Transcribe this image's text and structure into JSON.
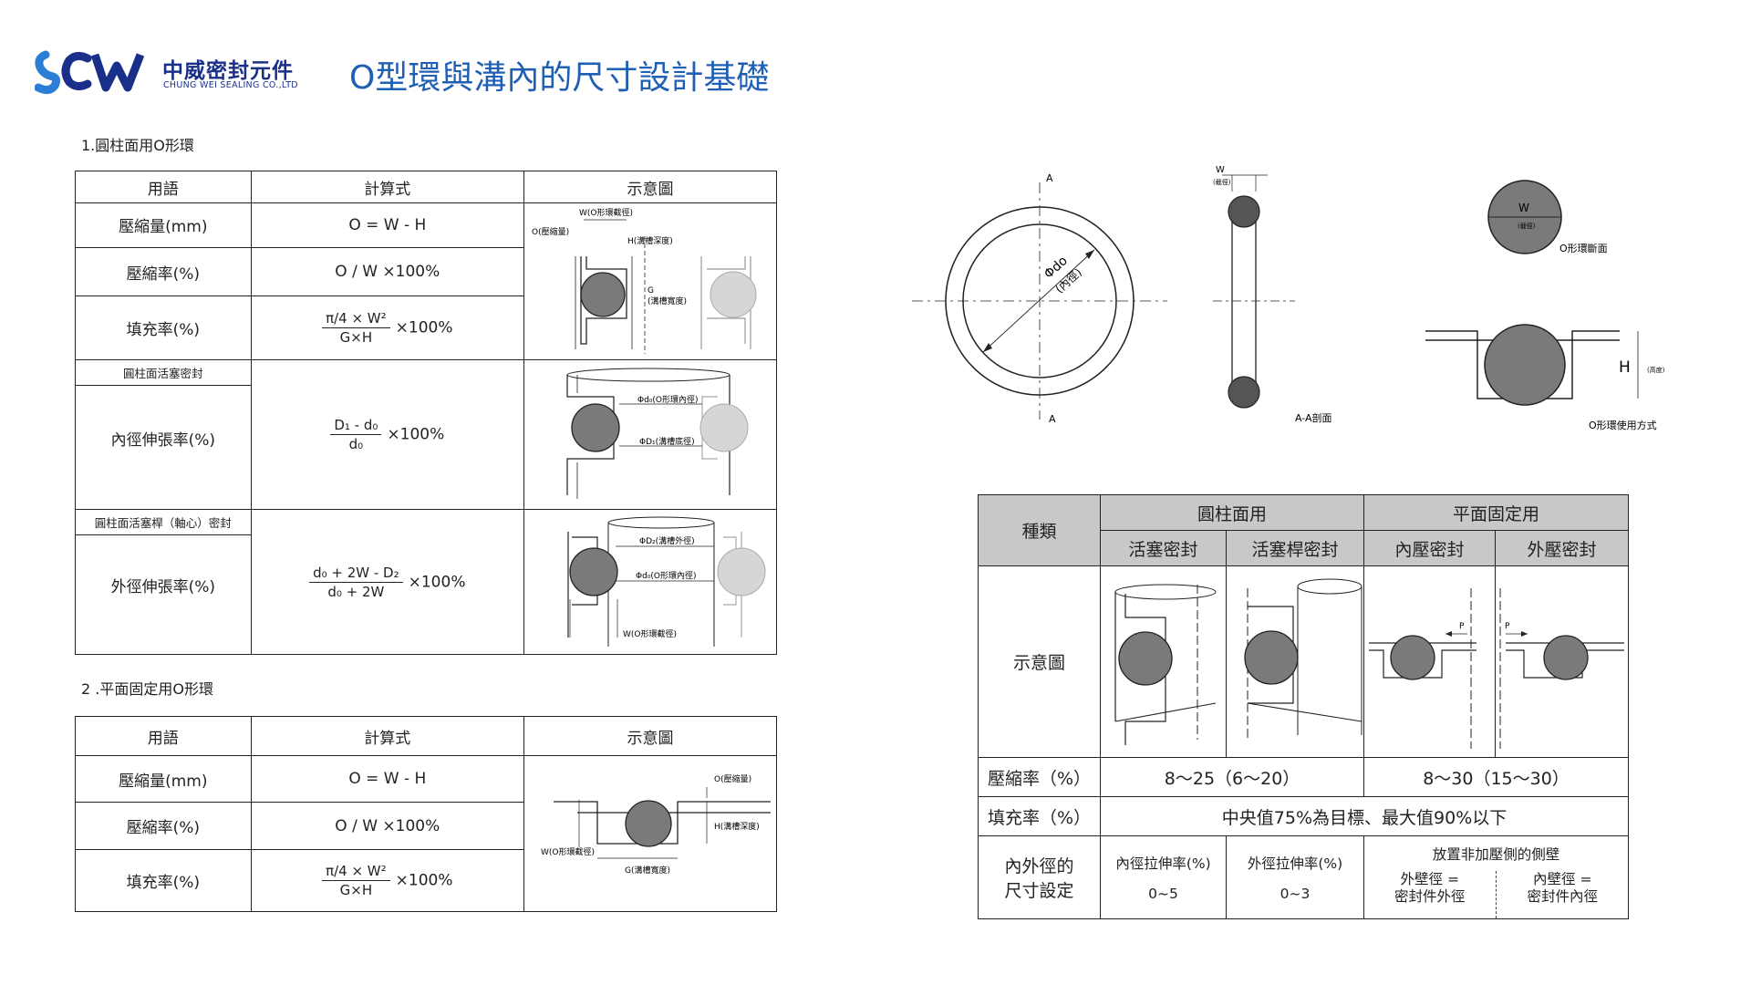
{
  "brand": {
    "name_cn": "中威密封元件",
    "name_en": "CHUNG WEI SEALING CO.,LTD",
    "logo_text": "SCW"
  },
  "page_title": "O型環與溝內的尺寸設計基礎",
  "section1": {
    "title": "1.圓柱面用O形環",
    "headers": {
      "term": "用語",
      "formula": "計算式",
      "diagram": "示意圖"
    },
    "rows": [
      {
        "term": "壓縮量(mm)",
        "formula": "O = W - H"
      },
      {
        "term": "壓縮率(%)",
        "formula": "O / W ×100%"
      },
      {
        "term": "填充率(%)",
        "num": "π/4 × W²",
        "den": "G×H",
        "mul": "×100%"
      }
    ],
    "group2": {
      "label": "圓柱面活塞密封",
      "term": "內徑伸張率(%)",
      "num": "D₁ - d₀",
      "den": "d₀",
      "mul": "×100%"
    },
    "group3": {
      "label": "圓柱面活塞桿（軸心）密封",
      "term": "外徑伸張率(%)",
      "num": "d₀ + 2W - D₂",
      "den": "d₀ + 2W",
      "mul": "×100%"
    },
    "diagram_labels": {
      "w": "W(O形環截徑)",
      "o": "O(壓縮量)",
      "h": "H(溝槽深度)",
      "g": "G",
      "g2": "(溝槽寬度)",
      "do_in": "Φd₀(O形環內徑)",
      "d1": "ΦD₁(溝槽底徑)",
      "d2": "ΦD₂(溝槽外徑)",
      "do_in2": "Φd₀(O形環內徑)",
      "w2": "W(O形環截徑)"
    }
  },
  "section2": {
    "title": "2 .平面固定用O形環",
    "headers": {
      "term": "用語",
      "formula": "計算式",
      "diagram": "示意圖"
    },
    "rows": [
      {
        "term": "壓縮量(mm)",
        "formula": "O = W - H"
      },
      {
        "term": "壓縮率(%)",
        "formula": "O / W ×100%"
      },
      {
        "term": "填充率(%)",
        "num": "π/4 × W²",
        "den": "G×H",
        "mul": "×100%"
      }
    ],
    "diagram_labels": {
      "o": "O(壓縮量)",
      "h": "H(溝槽深度)",
      "w": "W(O形環截徑)",
      "g": "G(溝槽寬度)"
    }
  },
  "ring_diagram": {
    "a_top": "A",
    "a_bottom": "A",
    "do": "Φdo",
    "do_sub": "(內徑)",
    "w": "W",
    "w_sub": "(截徑)",
    "section_caption": "A-A剖面"
  },
  "cross_section": {
    "w": "W",
    "w_sub": "(截徑)",
    "caption": "O形環斷面"
  },
  "usage": {
    "h": "H",
    "h_sub": "(高度)",
    "caption": "O形環使用方式"
  },
  "compare_table": {
    "type": "種類",
    "cyl": "圓柱面用",
    "flat": "平面固定用",
    "piston": "活塞密封",
    "rod": "活塞桿密封",
    "inner": "內壓密封",
    "outer": "外壓密封",
    "diagram": "示意圖",
    "p": "P",
    "compress_label": "壓縮率（%）",
    "compress_cyl": "8～25（6～20）",
    "compress_flat": "8～30（15～30）",
    "fill_label": "填充率（%）",
    "fill_value": "中央值75%為目標、最大值90%以下",
    "dim_label_1": "內外徑的",
    "dim_label_2": "尺寸設定",
    "in_stretch": "內徑拉伸率(%)",
    "in_stretch_val": "0~5",
    "out_stretch": "外徑拉伸率(%)",
    "out_stretch_val": "0~3",
    "side_wall": "放置非加壓側的側壁",
    "outer_wall_1": "外壁徑 =",
    "outer_wall_2": "密封件外徑",
    "inner_wall_1": "內壁徑 =",
    "inner_wall_2": "密封件內徑"
  }
}
